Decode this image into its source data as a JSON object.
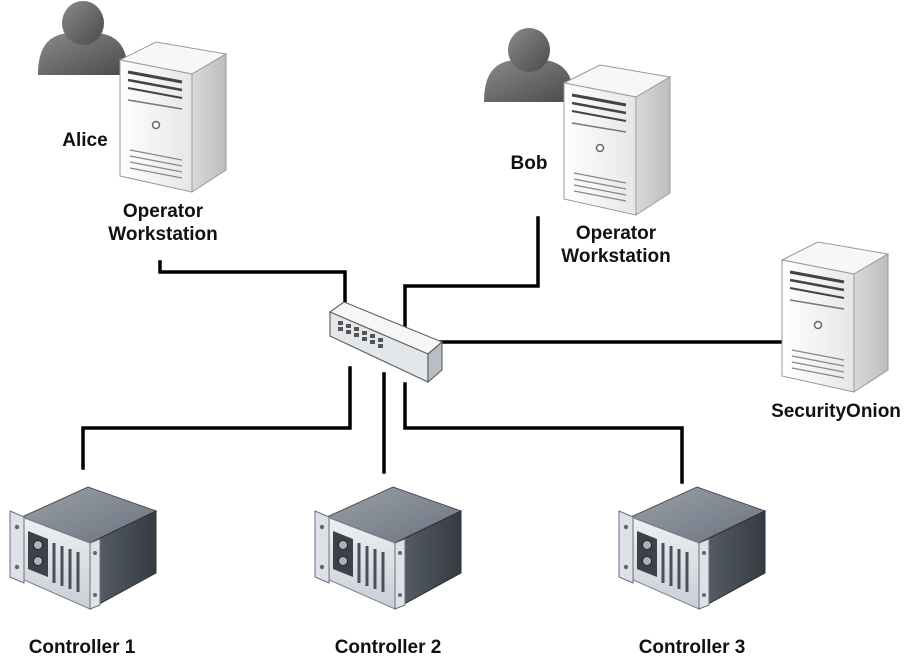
{
  "nodes": {
    "alice": {
      "user_label": "Alice",
      "role_line1": "Operator",
      "role_line2": "Workstation",
      "icons": [
        "user-icon",
        "tower-server-icon"
      ]
    },
    "bob": {
      "user_label": "Bob",
      "role_line1": "Operator",
      "role_line2": "Workstation",
      "icons": [
        "user-icon",
        "tower-server-icon"
      ]
    },
    "security_onion": {
      "label": "SecurityOnion",
      "icons": [
        "tower-server-icon"
      ]
    },
    "switch": {
      "icons": [
        "network-switch-icon"
      ]
    },
    "controllers": [
      {
        "label": "Controller 1",
        "icon": "rack-controller-icon"
      },
      {
        "label": "Controller 2",
        "icon": "rack-controller-icon"
      },
      {
        "label": "Controller 3",
        "icon": "rack-controller-icon"
      }
    ]
  },
  "links": [
    [
      "alice-workstation",
      "switch"
    ],
    [
      "bob-workstation",
      "switch"
    ],
    [
      "security-onion",
      "switch"
    ],
    [
      "switch",
      "controller-1"
    ],
    [
      "switch",
      "controller-2"
    ],
    [
      "switch",
      "controller-3"
    ]
  ],
  "colors": {
    "line": "#000000",
    "person": "#6e6e6e",
    "server_face": "#f2f2f2",
    "rack_body": "#5c6470"
  }
}
